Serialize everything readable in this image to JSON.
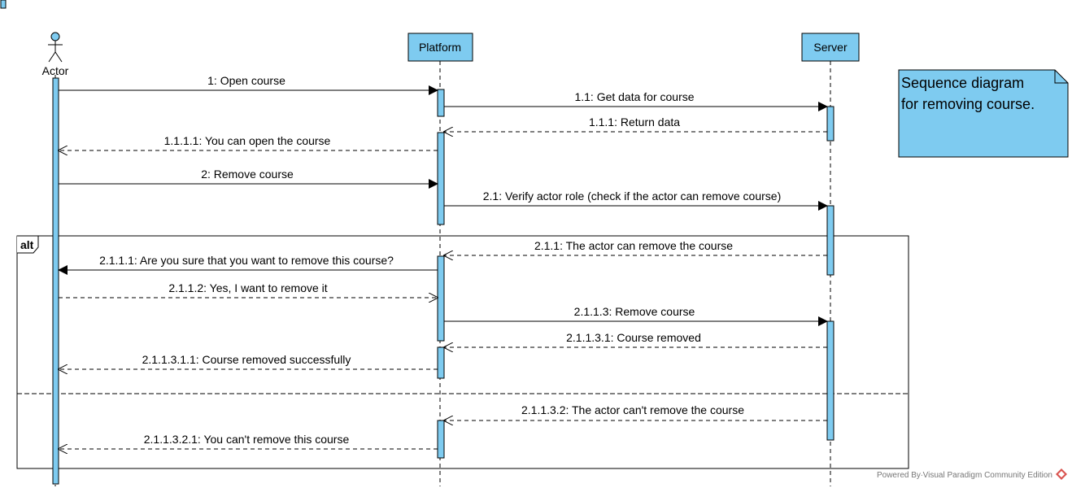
{
  "participants": {
    "actor": "Actor",
    "platform": "Platform",
    "server": "Server"
  },
  "messages": [
    {
      "id": "m1",
      "text": "1: Open course"
    },
    {
      "id": "m2",
      "text": "1.1: Get data for course"
    },
    {
      "id": "m3",
      "text": "1.1.1: Return data"
    },
    {
      "id": "m4",
      "text": "1.1.1.1: You can open the course"
    },
    {
      "id": "m5",
      "text": "2: Remove course"
    },
    {
      "id": "m6",
      "text": "2.1: Verify actor role (check if the actor can remove course)"
    },
    {
      "id": "m7",
      "text": "2.1.1: The actor can remove the course"
    },
    {
      "id": "m8",
      "text": "2.1.1.1: Are you sure that you want to remove this course?"
    },
    {
      "id": "m9",
      "text": "2.1.1.2: Yes, I want to remove it"
    },
    {
      "id": "m10",
      "text": "2.1.1.3: Remove course"
    },
    {
      "id": "m11",
      "text": "2.1.1.3.1: Course removed"
    },
    {
      "id": "m12",
      "text": "2.1.1.3.1.1: Course removed successfully"
    },
    {
      "id": "m13",
      "text": "2.1.1.3.2: The actor can't remove the course"
    },
    {
      "id": "m14",
      "text": "2.1.1.3.2.1: You can't remove this course"
    }
  ],
  "fragment": {
    "operator": "alt"
  },
  "note": {
    "line1": "Sequence diagram",
    "line2": "for removing course."
  },
  "footer": {
    "text": "Powered By∙Visual Paradigm Community Edition"
  },
  "colors": {
    "fill": "#7ecbf0",
    "stroke": "#000000"
  }
}
